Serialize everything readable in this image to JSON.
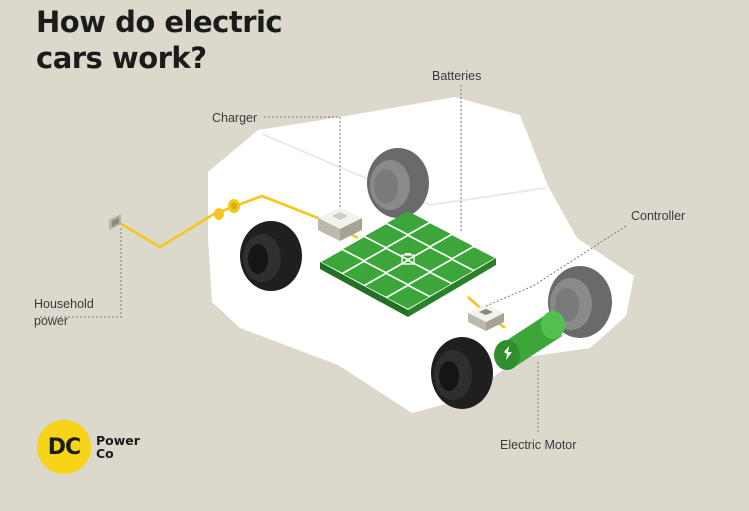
{
  "title": {
    "line1": "How do electric",
    "line2": "cars work?"
  },
  "labels": {
    "batteries": "Batteries",
    "charger": "Charger",
    "controller": "Controller",
    "household_line1": "Household",
    "household_line2": "power",
    "motor": "Electric Motor"
  },
  "logo": {
    "monogram": "DC",
    "name_line1": "Power",
    "name_line2": "Co"
  },
  "colors": {
    "background": "#ddd8cc",
    "car_body": "#ffffff",
    "battery_green": "#3ca63a",
    "cable_yellow": "#f3c71b",
    "logo_yellow": "#f7d417"
  }
}
